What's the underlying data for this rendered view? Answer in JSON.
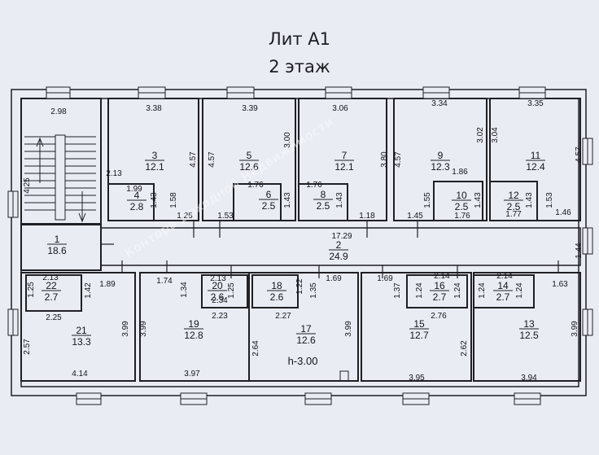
{
  "plan": {
    "title": "Лит А1",
    "subtitle": "2 этаж",
    "height_note": "h-3.00",
    "rooms": [
      {
        "no": "1",
        "area": "18.6"
      },
      {
        "no": "2",
        "area": "24.9"
      },
      {
        "no": "3",
        "area": "12.1"
      },
      {
        "no": "4",
        "area": "2.8"
      },
      {
        "no": "5",
        "area": "12.6"
      },
      {
        "no": "6",
        "area": "2.5"
      },
      {
        "no": "7",
        "area": "12.1"
      },
      {
        "no": "8",
        "area": "2.5"
      },
      {
        "no": "9",
        "area": "12.3"
      },
      {
        "no": "10",
        "area": "2.5"
      },
      {
        "no": "11",
        "area": "12.4"
      },
      {
        "no": "12",
        "area": "2.5"
      },
      {
        "no": "13",
        "area": "12.5"
      },
      {
        "no": "14",
        "area": "2.7"
      },
      {
        "no": "15",
        "area": "12.7"
      },
      {
        "no": "16",
        "area": "2.7"
      },
      {
        "no": "17",
        "area": "12.6"
      },
      {
        "no": "18",
        "area": "2.6"
      },
      {
        "no": "19",
        "area": "12.8"
      },
      {
        "no": "20",
        "area": "2.6"
      },
      {
        "no": "21",
        "area": "13.3"
      },
      {
        "no": "22",
        "area": "2.7"
      }
    ],
    "dimensions": [
      "2.98",
      "3.38",
      "3.39",
      "3.06",
      "3.34",
      "3.35",
      "4.25",
      "4.57",
      "4.57",
      "3.00",
      "3.80",
      "4.57",
      "3.02",
      "3.04",
      "4.57",
      "2.13",
      "1.99",
      "1.43",
      "1.58",
      "1.76",
      "1.43",
      "1.76",
      "1.43",
      "1.86",
      "1.55",
      "1.43",
      "1.76",
      "1.43",
      "1.53",
      "1.77",
      "1.25",
      "1.53",
      "1.18",
      "1.45",
      "1.46",
      "17.29",
      "1.44",
      "1.89",
      "1.74",
      "2.13",
      "1.34",
      "1.25",
      "2.25",
      "1.42",
      "2.13",
      "1.25",
      "1.22",
      "1.35",
      "1.69",
      "1.69",
      "1.37",
      "2.14",
      "1.24",
      "1.24",
      "2.14",
      "1.24",
      "1.24",
      "1.63",
      "2.76",
      "2.34",
      "2.27",
      "2.23",
      "2.57",
      "3.99",
      "3.99",
      "2.64",
      "3.99",
      "2.62",
      "3.99",
      "4.14",
      "3.97",
      "3.95",
      "3.94"
    ],
    "watermark": "Контора Доходной Недвижимости"
  }
}
